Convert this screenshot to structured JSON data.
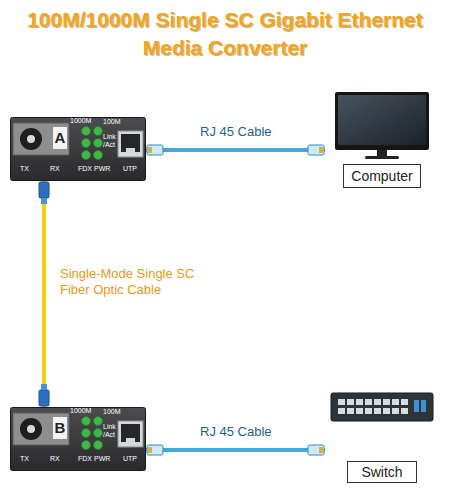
{
  "diagram": {
    "title": "100M/1000M Single SC Gigabit Ethernet Media Converter",
    "nodes": [
      {
        "text": [
          "A",
          "TX",
          "RX",
          "1000M",
          "100M",
          "Link /Act",
          "FDX",
          "PWR",
          "UTP"
        ]
      },
      {
        "text": [
          "Computer"
        ]
      },
      {
        "text": [
          "B",
          "TX",
          "RX",
          "1000M",
          "100M",
          "Link /Act",
          "FDX",
          "PWR",
          "UTP"
        ]
      },
      {
        "text": [
          "Switch"
        ]
      }
    ],
    "edges": [
      {
        "from": 0,
        "to": 1,
        "arrow": "none",
        "label": "RJ 45 Cable"
      },
      {
        "from": 0,
        "to": 2,
        "arrow": "none",
        "label": "Single-Mode Single SC Fiber Optic Cable"
      },
      {
        "from": 2,
        "to": 3,
        "arrow": "none",
        "label": "RJ 45 Cable"
      }
    ]
  }
}
